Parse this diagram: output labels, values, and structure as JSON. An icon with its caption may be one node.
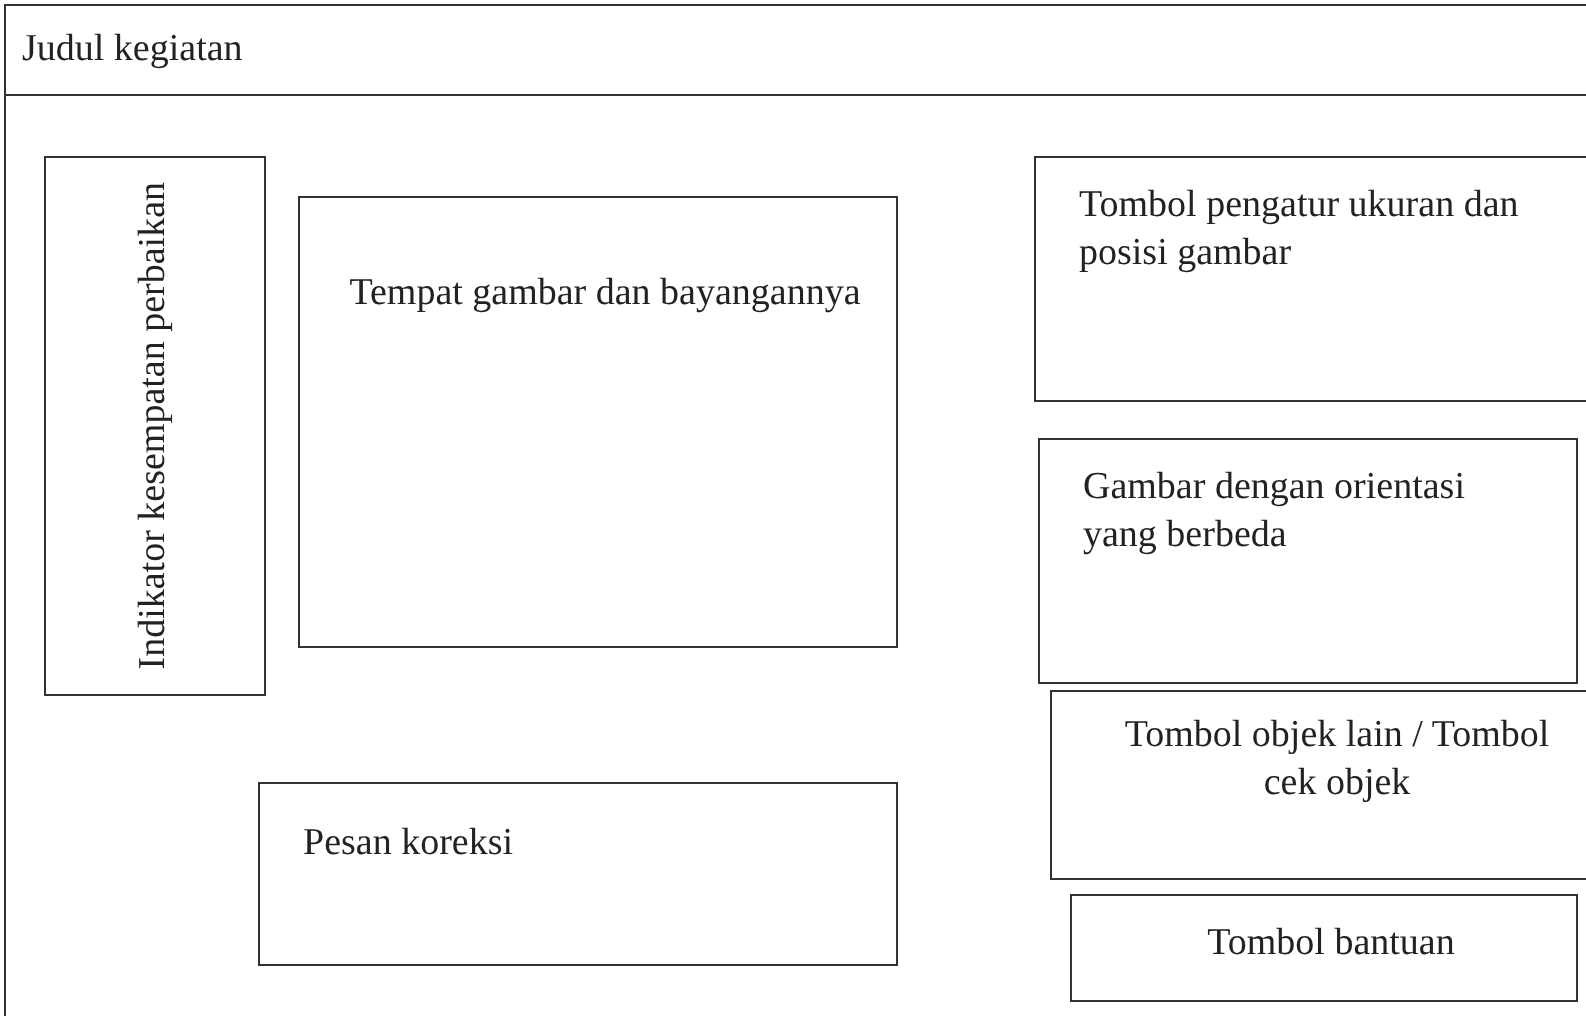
{
  "diagram": {
    "nodes": [
      {
        "text": [
          "Judul kegiatan"
        ]
      },
      {
        "text": [
          "Indikator kesempatan perbaikan"
        ],
        "in": 0
      },
      {
        "text": [
          "Tempat gambar dan bayangannya"
        ],
        "in": 0
      },
      {
        "text": [
          "Tombol pengatur ukuran dan posisi gambar"
        ],
        "in": 0
      },
      {
        "text": [
          "Gambar dengan orientasi yang berbeda"
        ],
        "in": 0
      },
      {
        "text": [
          "Tombol objek lain / Tombol cek objek"
        ],
        "in": 0
      },
      {
        "text": [
          "Pesan koreksi"
        ],
        "in": 0
      },
      {
        "text": [
          "Tombol bantuan"
        ],
        "in": 0
      }
    ],
    "edges": []
  }
}
